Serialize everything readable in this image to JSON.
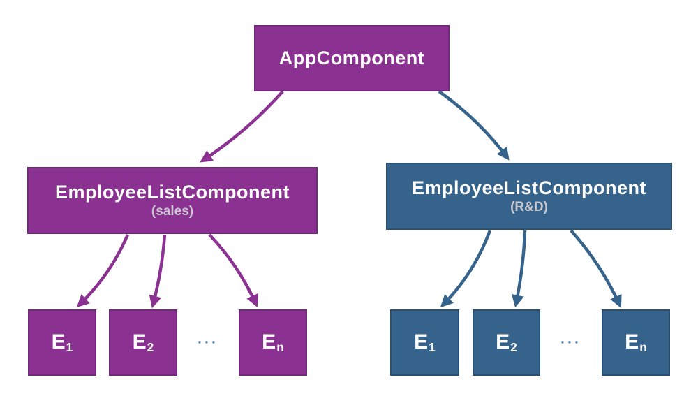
{
  "diagram": {
    "colors": {
      "purple": "#8b3191",
      "purple_border": "#742a7c",
      "blue": "#35638b",
      "blue_border": "#2a5174",
      "title_text": "#ffffff",
      "subtitle_text": "#c9c9d2",
      "ellipsis": "#4b7dab",
      "background": "#ffffff"
    },
    "nodes": {
      "app": {
        "title": "AppComponent"
      },
      "sales": {
        "title": "EmployeeListComponent",
        "subtitle": "(sales)",
        "children": [
          {
            "base": "E",
            "sub": "1"
          },
          {
            "base": "E",
            "sub": "2"
          },
          {
            "base": "E",
            "sub": "n"
          }
        ],
        "ellipsis": "···"
      },
      "rd": {
        "title": "EmployeeListComponent",
        "subtitle": "(R&D)",
        "children": [
          {
            "base": "E",
            "sub": "1"
          },
          {
            "base": "E",
            "sub": "2"
          },
          {
            "base": "E",
            "sub": "n"
          }
        ],
        "ellipsis": "···"
      }
    }
  }
}
